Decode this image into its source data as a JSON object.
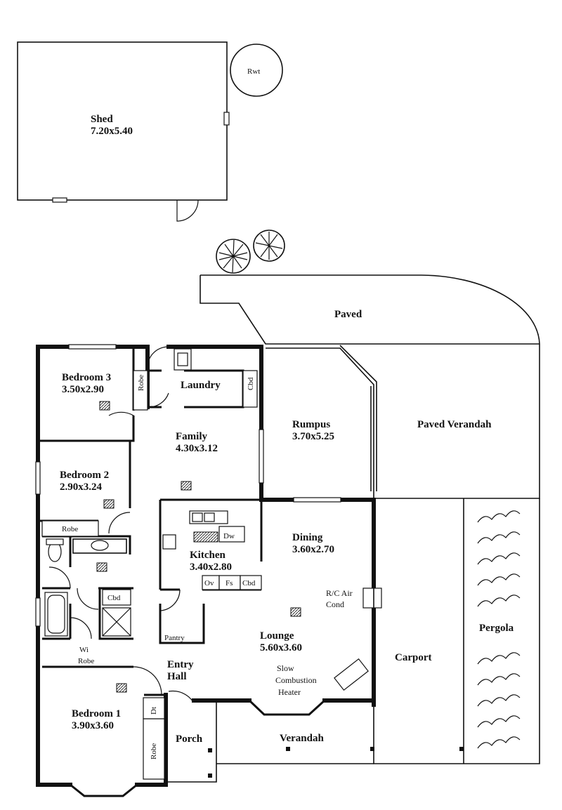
{
  "rooms": {
    "shed": {
      "name": "Shed",
      "size": "7.20x5.40"
    },
    "rwt": "Rwt",
    "paved": "Paved",
    "paved_verandah": "Paved Verandah",
    "bedroom3": {
      "name": "Bedroom 3",
      "size": "3.50x2.90"
    },
    "laundry": "Laundry",
    "family": {
      "name": "Family",
      "size": "4.30x3.12"
    },
    "rumpus": {
      "name": "Rumpus",
      "size": "3.70x5.25"
    },
    "bedroom2": {
      "name": "Bedroom 2",
      "size": "2.90x3.24"
    },
    "kitchen": {
      "name": "Kitchen",
      "size": "3.40x2.80"
    },
    "dining": {
      "name": "Dining",
      "size": "3.60x2.70"
    },
    "lounge": {
      "name": "Lounge",
      "size": "5.60x3.60"
    },
    "carport": "Carport",
    "pergola": "Pergola",
    "entry_hall": {
      "line1": "Entry",
      "line2": "Hall"
    },
    "bedroom1": {
      "name": "Bedroom 1",
      "size": "3.90x3.60"
    },
    "porch": "Porch",
    "verandah": "Verandah",
    "pantry": "Pantry"
  },
  "fixtures": {
    "robe": "Robe",
    "cbd": "Cbd",
    "dw": "Dw",
    "ov": "Ov",
    "fs": "Fs",
    "dt": "Dt",
    "wi": "Wi",
    "air_cond_line1": "R/C Air",
    "air_cond_line2": "Cond",
    "heater_line1": "Slow",
    "heater_line2": "Combustion",
    "heater_line3": "Heater"
  }
}
